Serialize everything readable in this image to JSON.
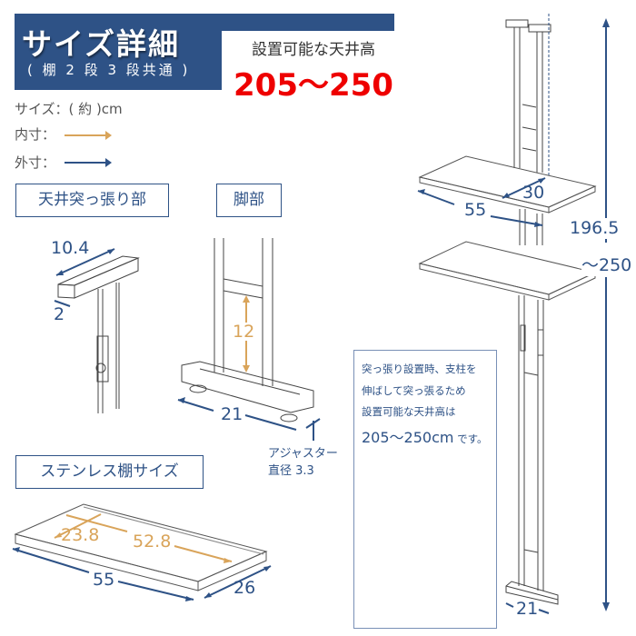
{
  "header": {
    "title": "サイズ詳細",
    "subtitle": "( 棚 2 段 3 段共通 )",
    "installable_height_label": "設置可能な天井高",
    "installable_height_value": "205〜250"
  },
  "legend": {
    "unit": "サイズ：( 約 )cm",
    "inner_label": "内寸：",
    "outer_label": "外寸：",
    "inner_color": "#d9a45a",
    "outer_color": "#2e5286"
  },
  "sections": {
    "ceiling": {
      "label": "天井突っ張り部",
      "width": "10.4",
      "depth": "2"
    },
    "foot": {
      "label": "脚部",
      "inner_height": "12",
      "width": "21",
      "adjuster_label": "アジャスター",
      "adjuster_diameter": "直径 3.3"
    },
    "shelf": {
      "label": "ステンレス棚サイズ",
      "inner_depth": "23.8",
      "inner_width": "52.8",
      "outer_width": "55",
      "outer_depth": "26"
    }
  },
  "main_figure": {
    "shelf_width": "55",
    "shelf_depth": "30",
    "height_min": "196.5",
    "height_max": "〜250",
    "base_width": "21"
  },
  "note": {
    "line1": "突っ張り設置時、支柱を",
    "line2": "伸ばして突っ張るため",
    "line3": "設置可能な天井高は",
    "range": "205〜250cm",
    "suffix": " です。"
  },
  "colors": {
    "brand_blue": "#2e5286",
    "accent_red": "#ee0000",
    "inner_gold": "#d9a45a"
  }
}
